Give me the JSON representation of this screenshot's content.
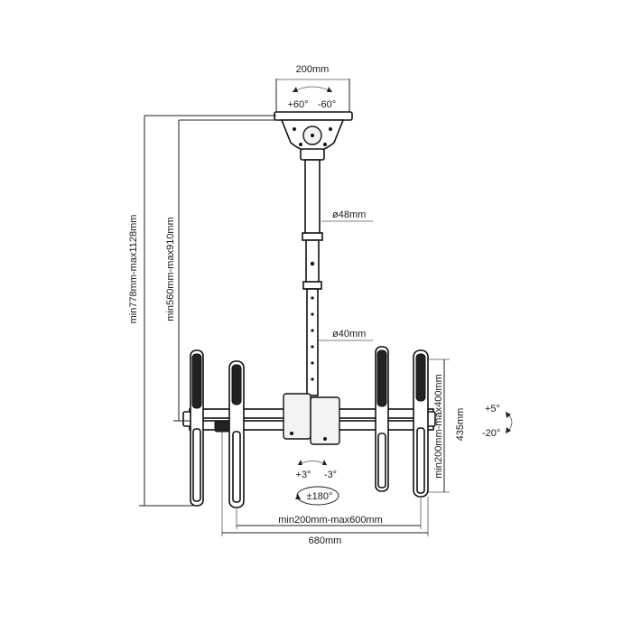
{
  "labels": {
    "top_width": "200mm",
    "swivel_left": "+60°",
    "swivel_right": "-60°",
    "pole_upper_dia": "ø48mm",
    "pole_lower_dia": "ø40mm",
    "height_total": "min778mm-max1128mm",
    "height_pole": "min560mm-max910mm",
    "plate_height": "min200mm-max400mm",
    "bracket_height": "435mm",
    "tilt_up": "+5°",
    "tilt_down": "-20°",
    "level_left": "+3°",
    "level_right": "-3°",
    "rotate": "±180°",
    "plate_width": "min200mm-max600mm",
    "overall_width": "680mm"
  }
}
